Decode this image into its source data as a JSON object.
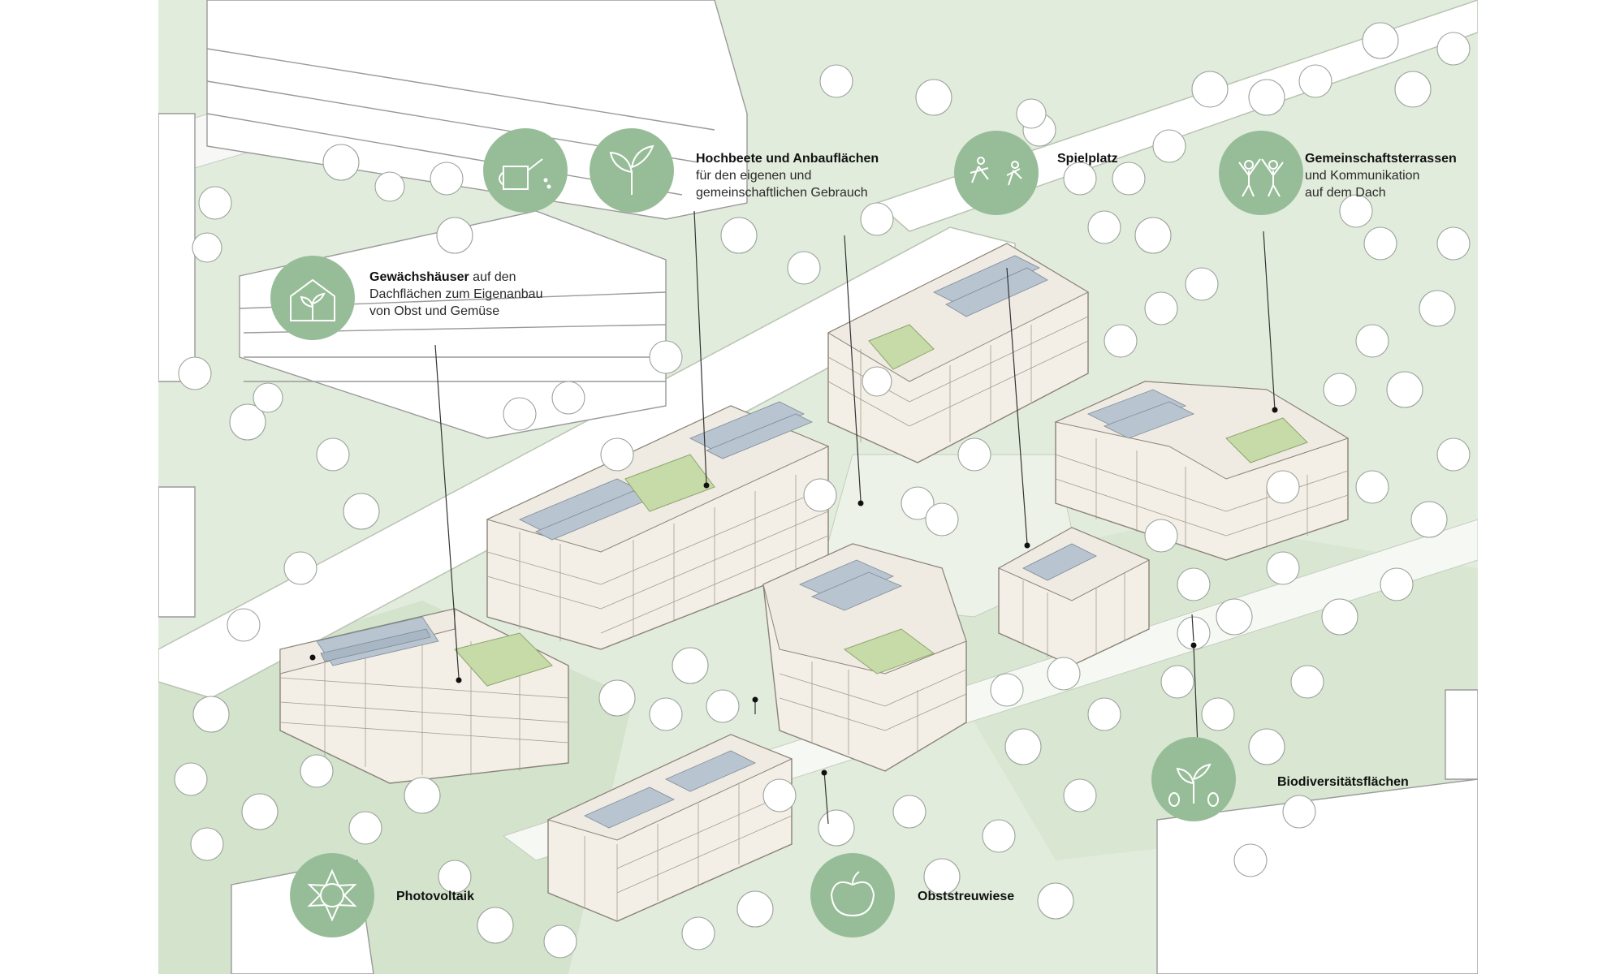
{
  "labels": {
    "gewaechshaeuser": {
      "bold": "Gewächshäuser",
      "line1": " auf den",
      "line2": "Dachflächen zum Eigenanbau",
      "line3": "von Obst und Gemüse"
    },
    "hochbeete": {
      "bold": "Hochbeete und Anbauflächen",
      "line2": "für den eigenen und",
      "line3": "gemeinschaftlichen Gebrauch"
    },
    "spielplatz": {
      "bold": "Spielplatz"
    },
    "gemeinschaftsterrassen": {
      "bold": "Gemeinschaftsterrassen",
      "line2": "und Kommunikation",
      "line3": "auf dem Dach"
    },
    "biodiversitaet": {
      "bold": "Biodiversitätsflächen"
    },
    "photovoltaik": {
      "bold": "Photovoltaik"
    },
    "obststreuwiese": {
      "bold": "Obststreuwiese"
    }
  },
  "icons": [
    "watering-can-icon",
    "sprout-icon",
    "greenhouse-icon",
    "playground-icon",
    "community-icon",
    "biodiversity-icon",
    "sun-icon",
    "apple-icon"
  ],
  "colors": {
    "circle": "#97bd98",
    "icon_line": "#ffffff",
    "ground": "#e2ecdc",
    "ground_dark": "#cfe0c9",
    "building_line": "#8a8378",
    "roof": "#efeae2",
    "solar": "#b8c4d0",
    "green_roof": "#c6dba7"
  }
}
